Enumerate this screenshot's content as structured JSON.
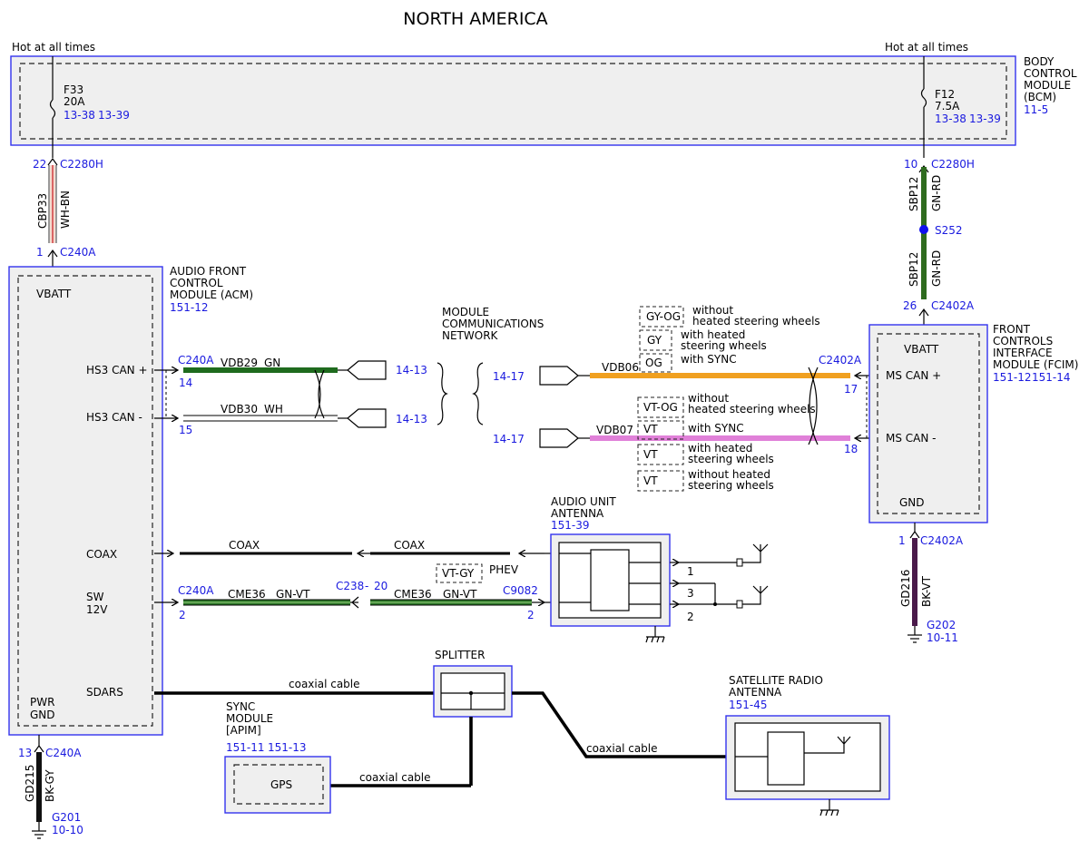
{
  "title": "NORTH AMERICA",
  "colors": {
    "reference": "#1a1adf",
    "module_border": "#3333ee",
    "module_fill": "#efefef",
    "green": "#2e6b1e",
    "orange": "#f0a020",
    "pink": "#e080d8",
    "splice": "#1010ee"
  },
  "power": {
    "left_label": "Hot at all times",
    "right_label": "Hot at all times"
  },
  "bcm": {
    "name": [
      "BODY",
      "CONTROL",
      "MODULE",
      "(BCM)"
    ],
    "ref": "11-5",
    "fuse_left": {
      "id": "F33",
      "rating": "20A",
      "ref1": "13-38",
      "ref2": "13-39"
    },
    "fuse_right": {
      "id": "F12",
      "rating": "7.5A",
      "ref1": "13-38",
      "ref2": "13-39"
    }
  },
  "left_feed": {
    "pin_top": "22",
    "conn_top": "C2280H",
    "circuit": "CBP33",
    "color": "WH-BN",
    "pin_bottom": "1",
    "conn_bottom": "C240A"
  },
  "right_feed": {
    "pin_top": "10",
    "conn_top": "C2280H",
    "circuit1": "SBP12",
    "color1": "GN-RD",
    "splice": "S252",
    "circuit2": "SBP12",
    "color2": "GN-RD",
    "pin_bottom": "26",
    "conn_bottom": "C2402A"
  },
  "acm": {
    "name": [
      "AUDIO FRONT",
      "CONTROL",
      "MODULE (ACM)"
    ],
    "ref": "151-12",
    "pins": {
      "vbatt": "VBATT",
      "hs3p": "HS3 CAN +",
      "hs3m": "HS3 CAN -",
      "coax": "COAX",
      "sw": "SW",
      "sw2": "12V",
      "sdars": "SDARS",
      "pwr1": "PWR",
      "pwr2": "GND"
    },
    "ground": {
      "pin": "13",
      "conn": "C240A",
      "circuit": "GD215",
      "color": "BK-GY",
      "ground_id": "G201",
      "ref": "10-10"
    }
  },
  "network": {
    "label": [
      "MODULE",
      "COMMUNICATIONS",
      "NETWORK"
    ]
  },
  "hs3": {
    "plus": {
      "conn": "C240A",
      "pin": "14",
      "circuit": "VDB29",
      "color": "GN",
      "ref": "14-13"
    },
    "minus": {
      "pin": "15",
      "circuit": "VDB30",
      "color": "WH",
      "ref": "14-13"
    }
  },
  "ms": {
    "plus": {
      "ref": "14-17",
      "circuit": "VDB06",
      "conn": "C2402A",
      "pin": "17"
    },
    "minus": {
      "ref": "14-17",
      "circuit": "VDB07",
      "pin": "18"
    },
    "opts_top": [
      {
        "code": "GY-OG",
        "desc1": "without",
        "desc2": "heated steering wheels"
      },
      {
        "code": "GY",
        "desc1": "with heated",
        "desc2": "steering wheels"
      },
      {
        "code": "OG",
        "desc1": "with SYNC",
        "desc2": ""
      }
    ],
    "opts_bottom": [
      {
        "code": "VT-OG",
        "desc1": "without",
        "desc2": "heated steering wheels"
      },
      {
        "code": "VT",
        "desc1": "with SYNC",
        "desc2": ""
      },
      {
        "code": "VT",
        "desc1": "with heated",
        "desc2": "steering wheels"
      },
      {
        "code": "VT",
        "desc1": "without heated",
        "desc2": "steering wheels"
      }
    ]
  },
  "fcim": {
    "name": [
      "FRONT",
      "CONTROLS",
      "INTERFACE",
      "MODULE (FCIM)"
    ],
    "ref1": "151-12",
    "ref2": "151-14",
    "pins": {
      "vbatt": "VBATT",
      "msp": "MS CAN +",
      "msm": "MS CAN -",
      "gnd": "GND"
    },
    "ground": {
      "pin": "1",
      "conn": "C2402A",
      "circuit": "GD216",
      "color": "BK-VT",
      "ground_id": "G202",
      "ref": "10-11"
    }
  },
  "coax_run": {
    "left": "COAX",
    "right": "COAX",
    "phev_code": "VT-GY",
    "phev": "PHEV"
  },
  "sw_run": {
    "conn_left": "C240A",
    "pin_left": "2",
    "circuit_left": "CME36",
    "color_left": "GN-VT",
    "conn_mid": "C238",
    "pin_mid": "20",
    "circuit_right": "CME36",
    "color_right": "GN-VT",
    "conn_right": "C9082",
    "pin_right": "2"
  },
  "antenna": {
    "name": [
      "AUDIO UNIT",
      "ANTENNA"
    ],
    "ref": "151-39",
    "pin1": "1",
    "pin3": "3",
    "pin2": "2"
  },
  "splitter": {
    "name": "SPLITTER"
  },
  "cables": {
    "sdars": "coaxial cable",
    "gps": "coaxial cable",
    "sat": "coaxial cable"
  },
  "sync": {
    "name": [
      "SYNC",
      "MODULE",
      "[APIM]"
    ],
    "ref1": "151-11",
    "ref2": "151-13",
    "gps": "GPS"
  },
  "sat": {
    "name": [
      "SATELLITE RADIO",
      "ANTENNA"
    ],
    "ref": "151-45"
  }
}
